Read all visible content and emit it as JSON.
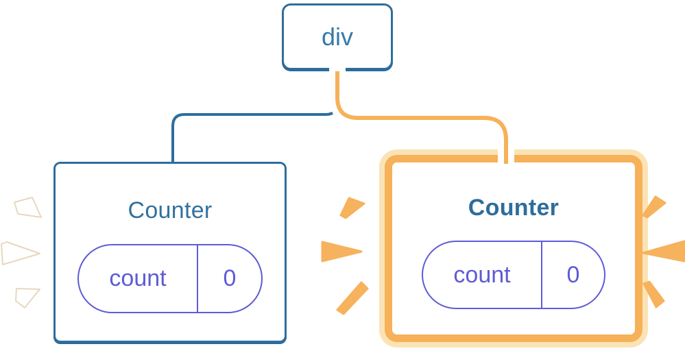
{
  "diagram": {
    "root": {
      "label": "div"
    },
    "children": [
      {
        "label": "Counter",
        "state_key": "count",
        "state_value": "0",
        "highlighted": false
      },
      {
        "label": "Counter",
        "state_key": "count",
        "state_value": "0",
        "highlighted": true
      }
    ]
  },
  "colors": {
    "node_border_blue": "#2E6E9E",
    "title_blue": "#32709E",
    "title_blue_bold": "#2E6D9B",
    "pill_purple": "#5E5BD7",
    "edge_blue": "#2E6E9E",
    "highlight_orange": "#F6B159",
    "highlight_orange_light": "#FBE3B6",
    "spark_orange": "#F6B25C",
    "spark_white": "#FFFFFF",
    "background": "#FFFFFF"
  },
  "icons": {
    "left_sparks": "burst-spark-icon-white",
    "right_sparks": "burst-spark-icon-orange"
  }
}
